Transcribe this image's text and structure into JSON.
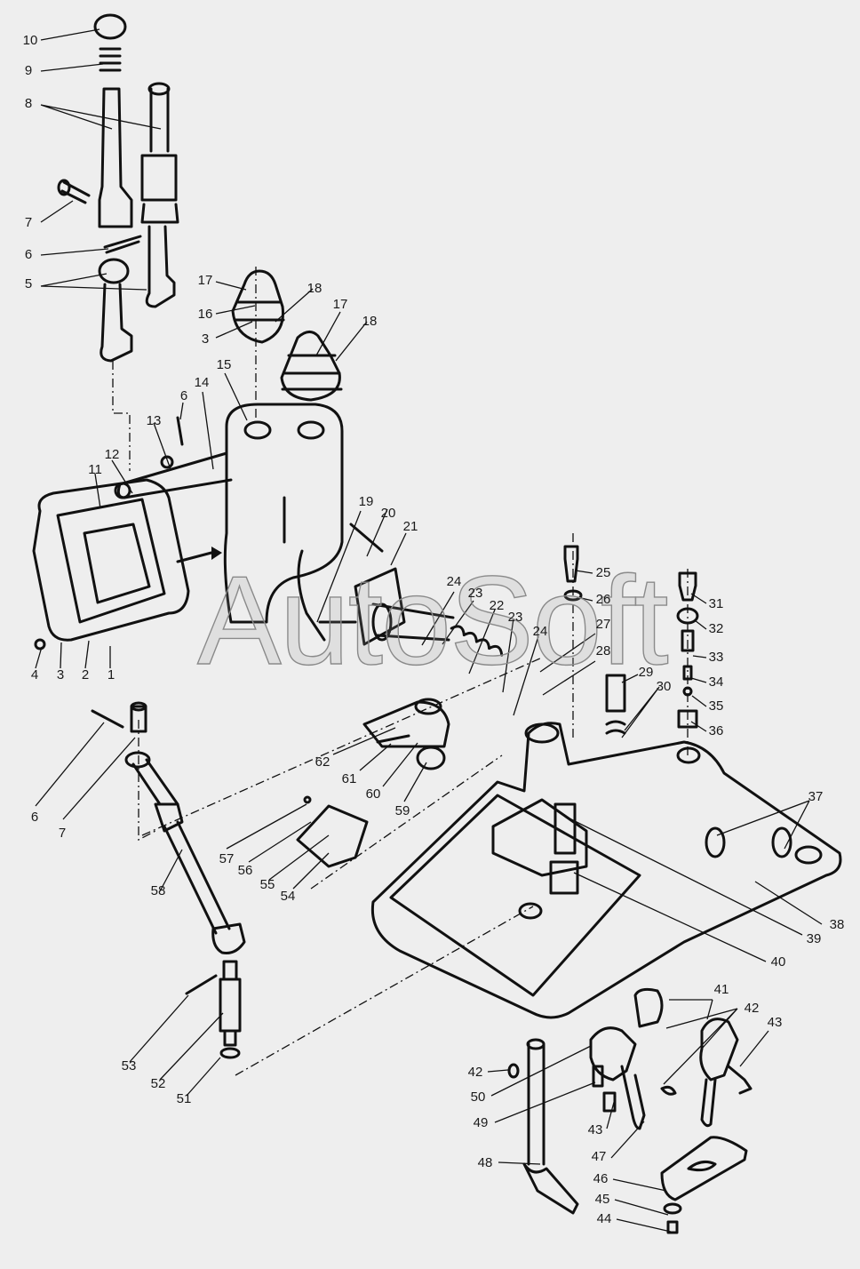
{
  "diagram": {
    "title": "Exploded parts diagram — gearshift mechanism and gearbox top cover",
    "watermark": "AutoSoft",
    "colors": {
      "background": "#eeeeee",
      "line": "#111111",
      "watermark_outline": "#9a9a9a"
    },
    "callouts": [
      "10",
      "9",
      "8",
      "7",
      "6",
      "5",
      "17",
      "16",
      "3",
      "18",
      "17",
      "18",
      "15",
      "14",
      "6",
      "13",
      "12",
      "11",
      "4",
      "3",
      "2",
      "1",
      "19",
      "20",
      "21",
      "24",
      "23",
      "22",
      "23",
      "24",
      "25",
      "26",
      "27",
      "28",
      "29",
      "30",
      "31",
      "32",
      "33",
      "34",
      "35",
      "36",
      "37",
      "38",
      "39",
      "40",
      "41",
      "42",
      "43",
      "42",
      "50",
      "49",
      "43",
      "47",
      "48",
      "46",
      "45",
      "44",
      "62",
      "61",
      "60",
      "59",
      "57",
      "56",
      "55",
      "54",
      "58",
      "6",
      "7",
      "53",
      "52",
      "51"
    ]
  }
}
